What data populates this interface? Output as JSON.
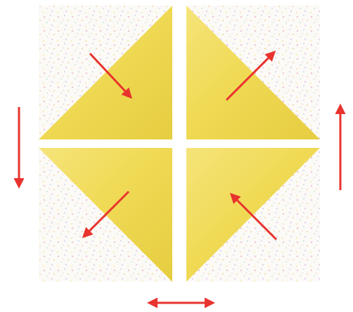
{
  "diagram": {
    "description_visible_text": "",
    "colors": {
      "background": "#ffffff",
      "speckled_fabric": "#fbfaf6",
      "yellow_fabric": "#f0da55",
      "yellow_fabric_light": "#f8ec93",
      "yellow_fabric_dark": "#e2c83b",
      "arrow": "#e8332e",
      "speckle_colors": [
        "#f0c5d2",
        "#c9d7f3",
        "#f4d9b7",
        "#cfe8d4",
        "#e6d1f0",
        "#f7e8a5"
      ]
    },
    "arrows": [
      {
        "id": "top-left-inward",
        "direction": "down-right"
      },
      {
        "id": "top-right-outward",
        "direction": "up-right"
      },
      {
        "id": "bottom-left-outward",
        "direction": "down-left"
      },
      {
        "id": "bottom-right-inward",
        "direction": "up-left"
      },
      {
        "id": "left-side-down",
        "direction": "down"
      },
      {
        "id": "right-side-up",
        "direction": "up"
      },
      {
        "id": "bottom-horizontal",
        "direction": "both-horizontal"
      }
    ]
  }
}
